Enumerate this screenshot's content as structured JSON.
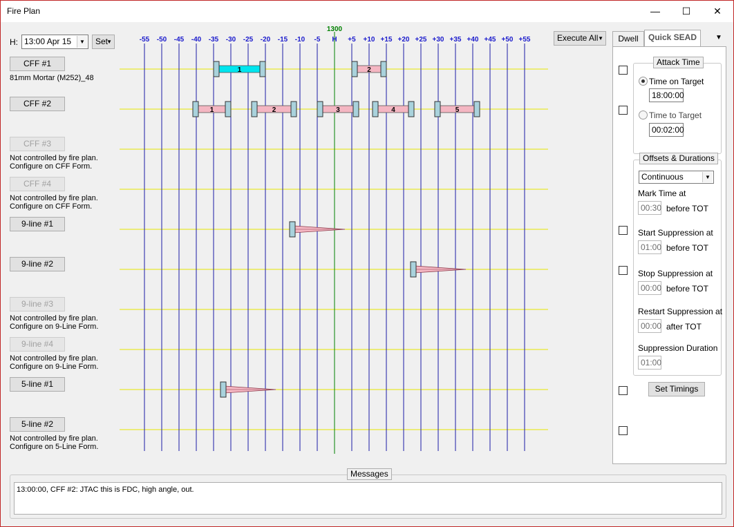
{
  "window": {
    "title": "Fire Plan",
    "minimize": "—",
    "maximize": "☐",
    "close": "✕"
  },
  "header": {
    "h_label": "H:",
    "h_value": "13:00  Apr  15",
    "set_label": "Set",
    "execute_all_label": "Execute All",
    "center_time": "1300"
  },
  "ticks": [
    "-55",
    "-50",
    "-45",
    "-40",
    "-35",
    "-30",
    "-25",
    "-20",
    "-15",
    "-10",
    "-5",
    "H",
    "+5",
    "+10",
    "+15",
    "+20",
    "+25",
    "+30",
    "+35",
    "+40",
    "+45",
    "+50",
    "+55"
  ],
  "rows": [
    {
      "label": "CFF #1",
      "enabled": true,
      "note": [
        "81mm Mortar (M252)_48"
      ]
    },
    {
      "label": "CFF #2",
      "enabled": true,
      "note": []
    },
    {
      "label": "CFF #3",
      "enabled": false,
      "note": [
        "Not controlled by fire plan.",
        "Configure on CFF Form."
      ]
    },
    {
      "label": "CFF #4",
      "enabled": false,
      "note": [
        "Not controlled by fire plan.",
        "Configure on CFF Form."
      ]
    },
    {
      "label": "9-line #1",
      "enabled": true,
      "note": []
    },
    {
      "label": "9-line #2",
      "enabled": true,
      "note": []
    },
    {
      "label": "9-line #3",
      "enabled": false,
      "note": [
        "Not controlled by fire plan.",
        "Configure on 9-Line Form."
      ]
    },
    {
      "label": "9-line #4",
      "enabled": false,
      "note": [
        "Not controlled by fire plan.",
        "Configure on 9-Line Form."
      ]
    },
    {
      "label": "5-line #1",
      "enabled": true,
      "note": []
    },
    {
      "label": "5-line #2",
      "enabled": true,
      "note": [
        "Not controlled by fire plan.",
        "Configure on 5-Line Form."
      ]
    }
  ],
  "bars": [
    {
      "row": 0,
      "start": -35,
      "end": -20,
      "label": "1",
      "fill": "#00e5ee"
    },
    {
      "row": 0,
      "start": 5,
      "end": 15,
      "label": "2",
      "fill": "#f4b6c2"
    },
    {
      "row": 1,
      "start": -41,
      "end": -30,
      "label": "1",
      "fill": "#f4b6c2"
    },
    {
      "row": 1,
      "start": -24,
      "end": -11,
      "label": "2",
      "fill": "#f4b6c2"
    },
    {
      "row": 1,
      "start": -5,
      "end": 7,
      "label": "3",
      "fill": "#f4b6c2"
    },
    {
      "row": 1,
      "start": 11,
      "end": 23,
      "label": "4",
      "fill": "#f4b6c2"
    },
    {
      "row": 1,
      "start": 29,
      "end": 42,
      "label": "5",
      "fill": "#f4b6c2"
    }
  ],
  "wedges": [
    {
      "row": 4,
      "start": -13,
      "end": 3,
      "fill": "#f4b6c2"
    },
    {
      "row": 5,
      "start": 22,
      "end": 38,
      "fill": "#f4b6c2"
    },
    {
      "row": 8,
      "start": -33,
      "end": -17,
      "fill": "#f4b6c2"
    }
  ],
  "panel": {
    "tabs": [
      {
        "label": "Dwell",
        "active": false
      },
      {
        "label": "Quick SEAD",
        "active": true
      }
    ],
    "tab_menu_icon": "▼",
    "attack_time": {
      "title": "Attack Time",
      "time_on_target_label": "Time on Target",
      "time_on_target_value": "18:00:00",
      "time_to_target_label": "Time to Target",
      "time_to_target_value": "00:02:00"
    },
    "offsets": {
      "title": "Offsets & Durations",
      "mode": "Continuous",
      "mark_time_label": "Mark Time at",
      "mark_time_value": "00:30",
      "mark_time_suffix": "before TOT",
      "start_supp_label": "Start Suppression at",
      "start_supp_value": "01:00",
      "start_supp_suffix": "before TOT",
      "stop_supp_label": "Stop Suppression at",
      "stop_supp_value": "00:00",
      "stop_supp_suffix": "before TOT",
      "restart_supp_label": "Restart Suppression at",
      "restart_supp_value": "00:00",
      "restart_supp_suffix": "after TOT",
      "supp_duration_label": "Suppression Duration",
      "supp_duration_value": "01:00"
    },
    "set_timings_label": "Set Timings"
  },
  "messages": {
    "title": "Messages",
    "text": "13:00:00, CFF #2: JTAC this is FDC, high angle, out."
  },
  "colors": {
    "gridline": "#1a1aa6",
    "tick_text": "#1a1acc",
    "h_line": "#008000",
    "track": "#e6e600",
    "handle": "#a9d2dc"
  }
}
